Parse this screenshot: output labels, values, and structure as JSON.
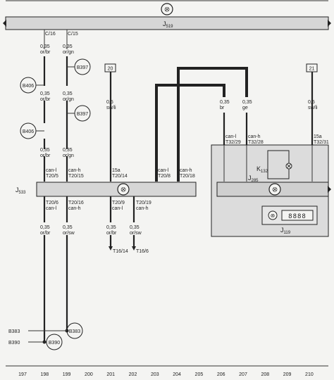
{
  "blocks": {
    "j519": {
      "main": "J",
      "sub": "519"
    },
    "j533": {
      "main": "J",
      "sub": "533"
    },
    "j285": {
      "main": "J",
      "sub": "285"
    },
    "j119": {
      "main": "J",
      "sub": "119"
    },
    "k132": {
      "main": "K",
      "sub": "132"
    }
  },
  "top_pins": [
    "C/16",
    "C/15"
  ],
  "refs": {
    "ref20": "20",
    "ref21": "21"
  },
  "wire_labels": {
    "l198a": [
      "0,35",
      "or/br"
    ],
    "l199a": [
      "0,35",
      "or/gn"
    ],
    "l198b": [
      "0,35",
      "or/br"
    ],
    "l199b": [
      "0,35",
      "or/gn"
    ],
    "l198c": [
      "0,35",
      "or/br"
    ],
    "l199c": [
      "0,35",
      "or/gn"
    ],
    "l201": [
      "0,5",
      "sw/li"
    ],
    "l206": [
      "0,35",
      "br"
    ],
    "l207": [
      "0,35",
      "ge"
    ],
    "l210": [
      "0,5",
      "sw/li"
    ],
    "l198d": [
      "0,35",
      "or/br"
    ],
    "l199d": [
      "0,35",
      "or/sw"
    ],
    "l201b": [
      "0,35",
      "or/br"
    ],
    "l202b": [
      "0,35",
      "or/sw"
    ]
  },
  "connector_labels": {
    "c198t": [
      "can-l",
      "T20/5"
    ],
    "c199t": [
      "can-h",
      "T20/15"
    ],
    "c201t": [
      "15a",
      "T20/14"
    ],
    "c203t": [
      "can-l",
      "T20/8"
    ],
    "c204t": [
      "can-h",
      "T20/18"
    ],
    "c206t": [
      "can-l",
      "T32/29"
    ],
    "c207t": [
      "can-h",
      "T32/28"
    ],
    "c210t": [
      "15a",
      "T32/31"
    ],
    "c198b": [
      "T20/6",
      "can-l"
    ],
    "c199b": [
      "T20/16",
      "can-h"
    ],
    "c201b": [
      "T20/9",
      "can-l"
    ],
    "c202b": [
      "T20/19",
      "can-h"
    ]
  },
  "terminals": {
    "t201": "T16/14",
    "t202": "T16/6"
  },
  "splices": {
    "b406a": "B406",
    "b397a": "B397",
    "b397b": "B397",
    "b406b": "B406",
    "b383r": "B383",
    "b390r": "B390",
    "b383l": "B383",
    "b390l": "B390"
  },
  "display": "8888",
  "icons": {
    "bus_symbol": "can-bus-icon"
  },
  "colors": {
    "ink": "#222222",
    "bar_fill": "#d6d6d6",
    "panel_fill": "#dcdcdc",
    "paper": "#f4f4f2"
  },
  "footer_numbers": [
    "197",
    "198",
    "199",
    "200",
    "201",
    "202",
    "203",
    "204",
    "205",
    "206",
    "207",
    "208",
    "209",
    "210"
  ]
}
